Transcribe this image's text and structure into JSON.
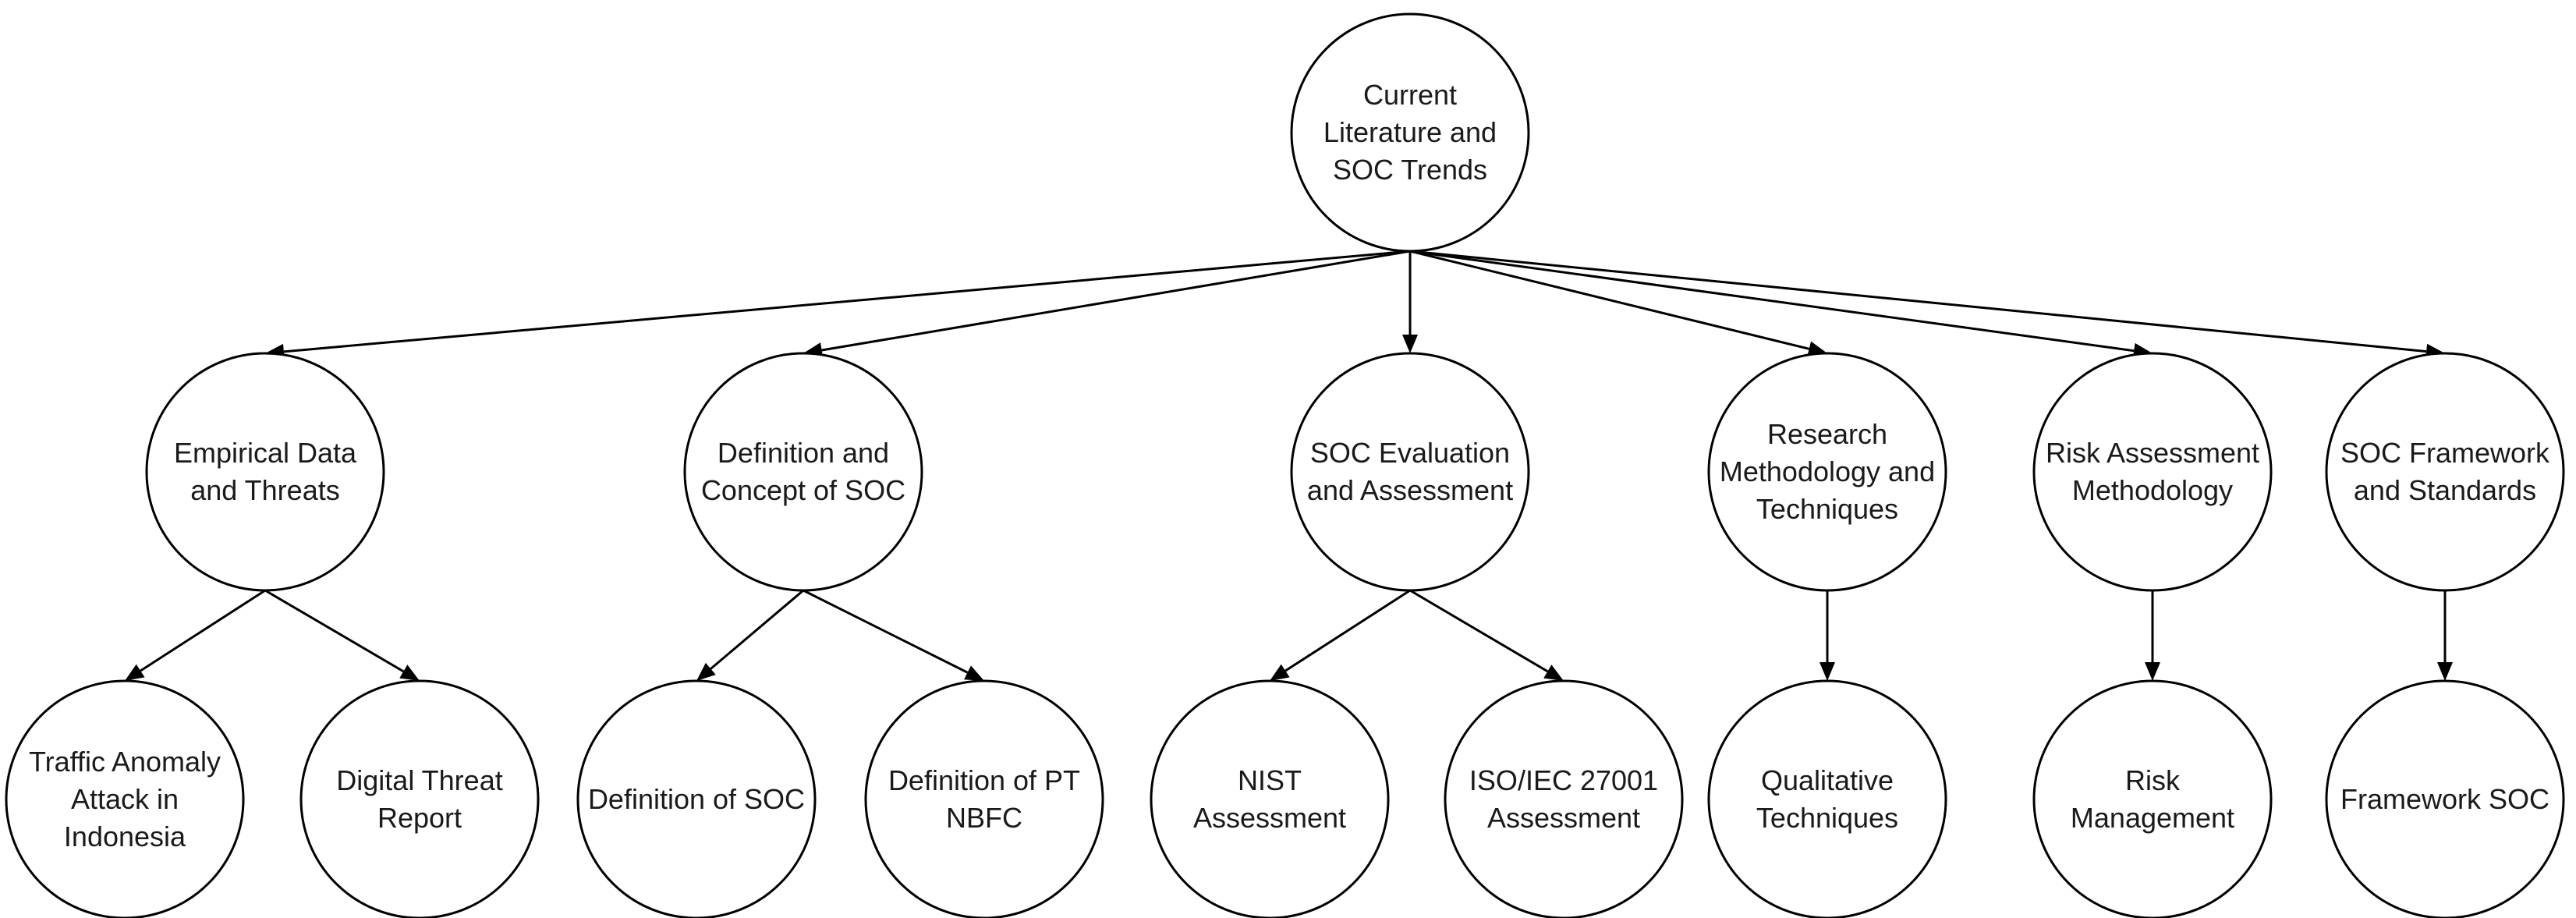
{
  "diagram": {
    "root": {
      "id": "root",
      "label": "Current\nLiterature and\nSOC Trends"
    },
    "categories": [
      {
        "id": "c1",
        "label": "Empirical Data\nand Threats"
      },
      {
        "id": "c2",
        "label": "Definition and\nConcept of SOC"
      },
      {
        "id": "c3",
        "label": "SOC Evaluation\nand Assessment"
      },
      {
        "id": "c4",
        "label": "Research\nMethodology and\nTechniques"
      },
      {
        "id": "c5",
        "label": "Risk Assessment\nMethodology"
      },
      {
        "id": "c6",
        "label": "SOC Framework\nand Standards"
      }
    ],
    "leaves": [
      {
        "id": "l1",
        "parent": "c1",
        "label": "Traffic Anomaly\nAttack in\nIndonesia"
      },
      {
        "id": "l2",
        "parent": "c1",
        "label": "Digital Threat\nReport"
      },
      {
        "id": "l3",
        "parent": "c2",
        "label": "Definition of SOC"
      },
      {
        "id": "l4",
        "parent": "c2",
        "label": "Definition of PT\nNBFC"
      },
      {
        "id": "l5",
        "parent": "c3",
        "label": "NIST\nAssessment"
      },
      {
        "id": "l6",
        "parent": "c3",
        "label": "ISO/IEC 27001\nAssessment"
      },
      {
        "id": "l7",
        "parent": "c4",
        "label": "Qualitative\nTechniques"
      },
      {
        "id": "l8",
        "parent": "c5",
        "label": "Risk\nManagement"
      },
      {
        "id": "l9",
        "parent": "c6",
        "label": "Framework SOC"
      }
    ]
  }
}
